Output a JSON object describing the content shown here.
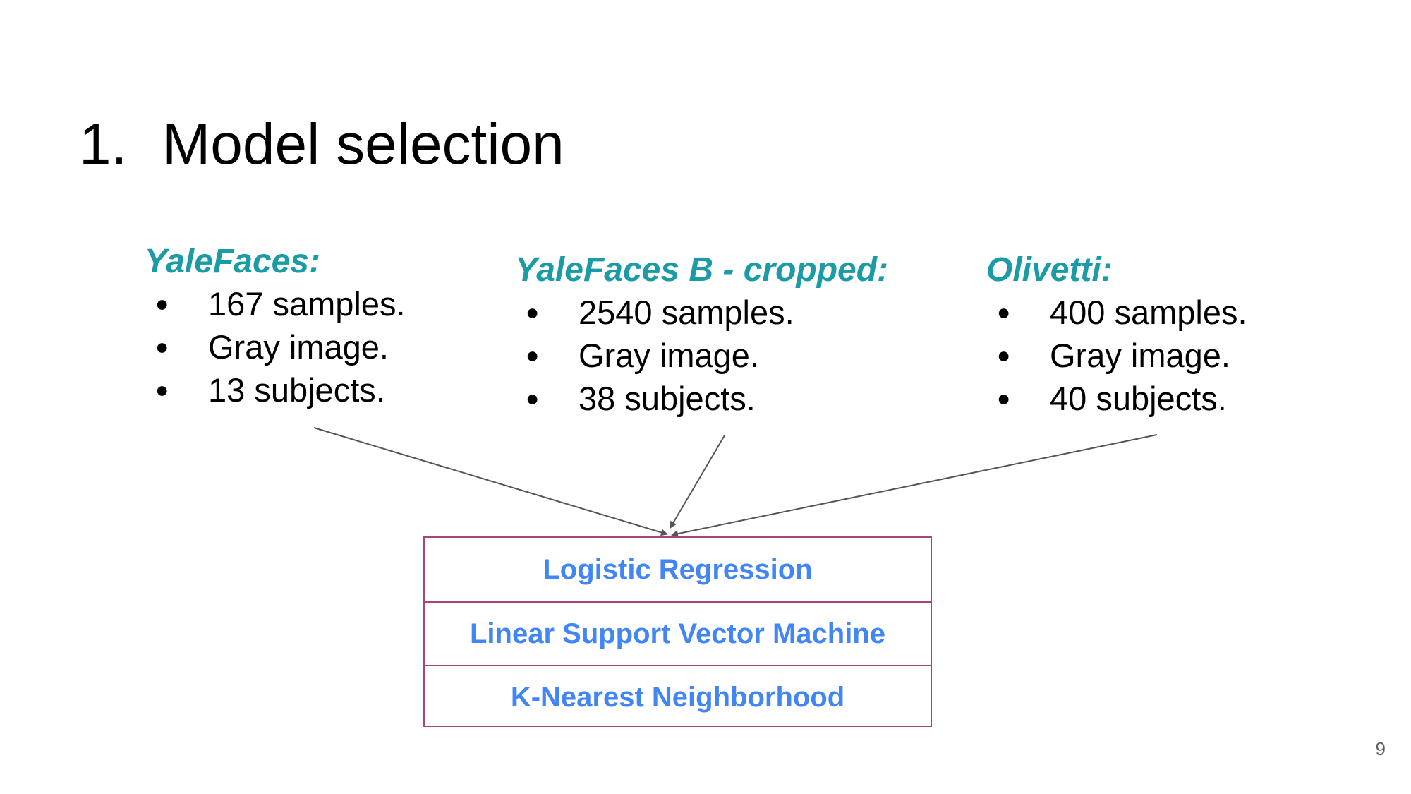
{
  "title": {
    "number": "1.",
    "text": "Model selection"
  },
  "bullet_glyph": "●",
  "datasets": [
    {
      "name": "YaleFaces:",
      "items": [
        "167 samples.",
        "Gray image.",
        "13 subjects."
      ]
    },
    {
      "name": "YaleFaces B - cropped:",
      "items": [
        "2540 samples.",
        "Gray image.",
        "38 subjects."
      ]
    },
    {
      "name": "Olivetti:",
      "items": [
        "400 samples.",
        "Gray image.",
        "40 subjects."
      ]
    }
  ],
  "models": [
    "Logistic Regression",
    "Linear Support Vector Machine",
    "K-Nearest Neighborhood"
  ],
  "page_number": "9",
  "colors": {
    "dataset_name": "#1a9ba6",
    "model_text": "#4285f4",
    "table_border": "#a9427d",
    "arrow": "#555555"
  }
}
